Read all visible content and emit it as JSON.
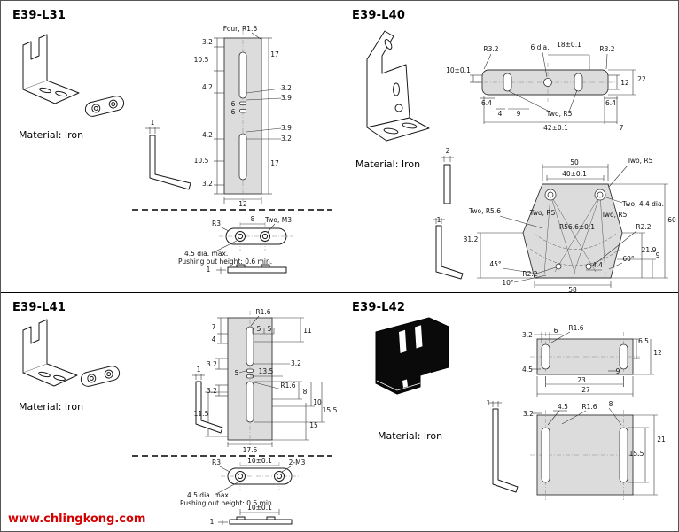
{
  "watermark": "www.chlingkong.com",
  "p1": {
    "title": "E39-L31",
    "material": "Material: Iron",
    "dims": [
      "Four, R1.6",
      "3.2",
      "10.5",
      "17",
      "4.2",
      "3.2",
      "3.9",
      "6",
      "6",
      "3.9",
      "4.2",
      "3.2",
      "10.5",
      "17",
      "3.2",
      "12",
      "1",
      "R3",
      "8",
      "Two, M3",
      "4.5 dia. max.",
      "Pushing out height: 0.6 min.",
      "1"
    ]
  },
  "p2": {
    "title": "E39-L40",
    "material": "Material: Iron",
    "dims": [
      "R3.2",
      "6 dia.",
      "18±0.1",
      "R3.2",
      "10±0.1",
      "12",
      "22",
      "6.4",
      "4",
      "9",
      "6.4",
      "Two, R5",
      "42±0.1",
      "7",
      "2",
      "50",
      "40±0.1",
      "Two, R5",
      "Two, 4.4 dia.",
      "Two, R5.6",
      "Two, R5",
      "Two, R5",
      "R56.6±0.1",
      "R2.2",
      "31.2",
      "60",
      "21.9",
      "9",
      "60°",
      "45°",
      "R2.2",
      "10°",
      "4.4",
      "58",
      "1"
    ]
  },
  "p3": {
    "title": "E39-L41",
    "material": "Material: Iron",
    "dims": [
      "R1.6",
      "7",
      "4",
      "5",
      "5",
      "11",
      "3.2",
      "5",
      "3.2",
      "13.5",
      "3.2",
      "R1.6",
      "8",
      "10",
      "15.5",
      "11.5",
      "15",
      "17.5",
      "1",
      "R3",
      "10±0.1",
      "2-M3",
      "4.5 dia. max.",
      "Pushing out height: 0.6 min.",
      "10±0.1",
      "1"
    ]
  },
  "p4": {
    "title": "E39-L42",
    "material": "Material: Iron",
    "dims": [
      "3.2",
      "6",
      "R1.6",
      "6.5",
      "12",
      "4.5",
      "9",
      "23",
      "27",
      "4.5",
      "R1.6",
      "8",
      "3.2",
      "21",
      "15.5",
      "1"
    ]
  }
}
